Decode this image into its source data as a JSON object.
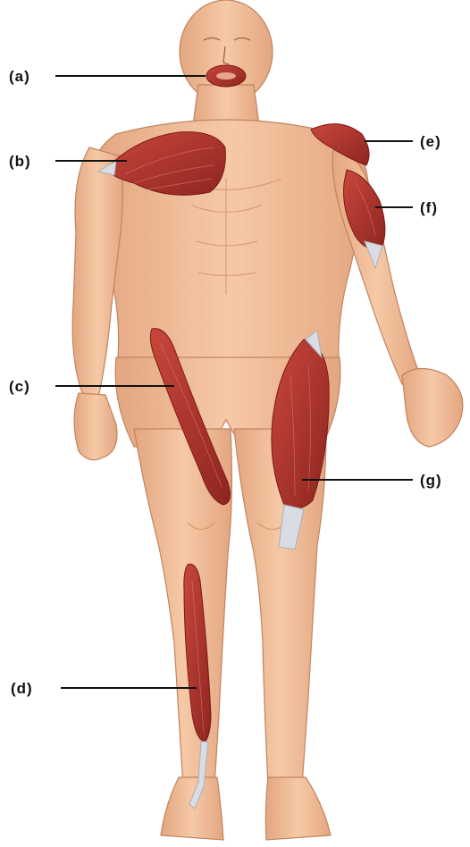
{
  "colors": {
    "skin": "#f1bd96",
    "skin_shadow": "#d89a72",
    "skin_outline": "#b57a55",
    "muscle": "#b8342c",
    "muscle_dark": "#8a1f1a",
    "tendon": "#d9dde3",
    "label_line": "#111111"
  },
  "labels": [
    {
      "id": "a",
      "text": "(a)"
    },
    {
      "id": "b",
      "text": "(b)"
    },
    {
      "id": "c",
      "text": "(c)"
    },
    {
      "id": "d",
      "text": "(d)"
    },
    {
      "id": "e",
      "text": "(e)"
    },
    {
      "id": "f",
      "text": "(f)"
    },
    {
      "id": "g",
      "text": "(g)"
    }
  ]
}
